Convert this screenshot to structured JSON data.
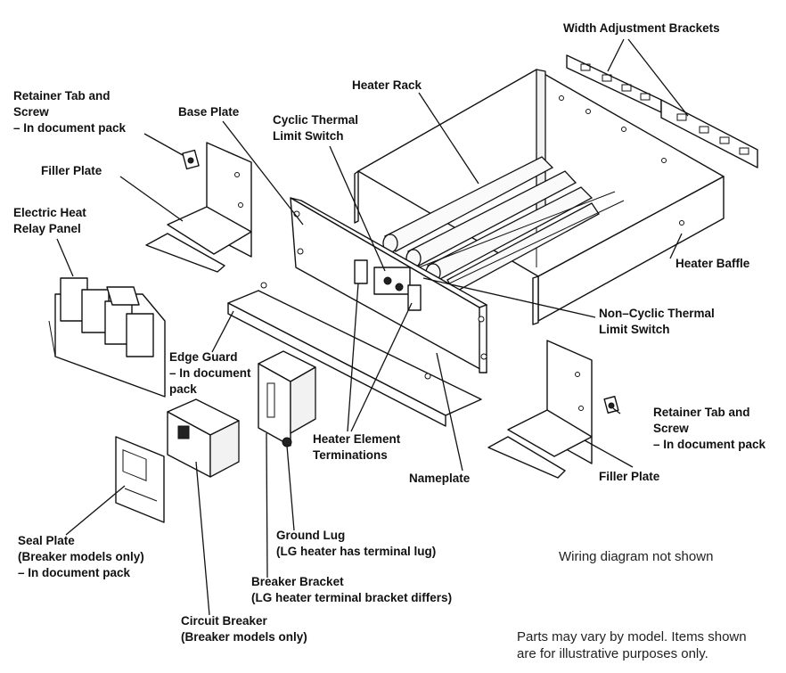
{
  "labels": {
    "width_adjustment_brackets": "Width Adjustment Brackets",
    "retainer_tab_left": [
      "Retainer Tab and",
      "Screw",
      "– In document pack"
    ],
    "base_plate": "Base Plate",
    "heater_rack": "Heater Rack",
    "cyclic_thermal": [
      "Cyclic Thermal",
      "Limit Switch"
    ],
    "filler_plate_left": "Filler Plate",
    "electric_heat_relay": [
      "Electric Heat",
      "Relay Panel"
    ],
    "heater_baffle": "Heater Baffle",
    "non_cyclic_thermal": [
      "Non–Cyclic Thermal",
      "Limit Switch"
    ],
    "edge_guard": [
      "Edge Guard",
      "– In document",
      "pack"
    ],
    "retainer_tab_right": [
      "Retainer Tab and",
      "Screw",
      "– In document pack"
    ],
    "heater_element_terminations": [
      "Heater Element",
      "Terminations"
    ],
    "filler_plate_right": "Filler Plate",
    "nameplate": "Nameplate",
    "ground_lug": [
      "Ground Lug",
      "(LG heater has terminal lug)"
    ],
    "seal_plate": [
      "Seal Plate",
      "(Breaker models only)",
      "– In document pack"
    ],
    "breaker_bracket": [
      "Breaker Bracket",
      "(LG heater terminal bracket differs)"
    ],
    "circuit_breaker": [
      "Circuit Breaker",
      "(Breaker models only)"
    ]
  },
  "notes": {
    "wiring": "Wiring diagram not shown",
    "disclaimer": [
      "Parts may vary by model.  Items shown",
      "are for illustrative purposes only."
    ]
  }
}
